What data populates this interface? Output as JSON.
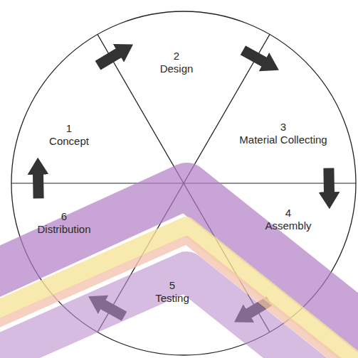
{
  "diagram": {
    "nodes": [
      {
        "text": [
          "1",
          "Concept"
        ]
      },
      {
        "text": [
          "2",
          "Design"
        ]
      },
      {
        "text": [
          "3",
          "Material Collecting"
        ]
      },
      {
        "text": [
          "4",
          "Assembly"
        ]
      },
      {
        "text": [
          "5",
          "Testing"
        ]
      },
      {
        "text": [
          "6",
          "Distribution"
        ]
      }
    ],
    "edges": [
      {
        "from": 0,
        "to": 1,
        "arrow": "to"
      },
      {
        "from": 1,
        "to": 2,
        "arrow": "to"
      },
      {
        "from": 2,
        "to": 3,
        "arrow": "to"
      },
      {
        "from": 3,
        "to": 4,
        "arrow": "to"
      },
      {
        "from": 4,
        "to": 5,
        "arrow": "to"
      },
      {
        "from": 5,
        "to": 0,
        "arrow": "to"
      }
    ]
  }
}
